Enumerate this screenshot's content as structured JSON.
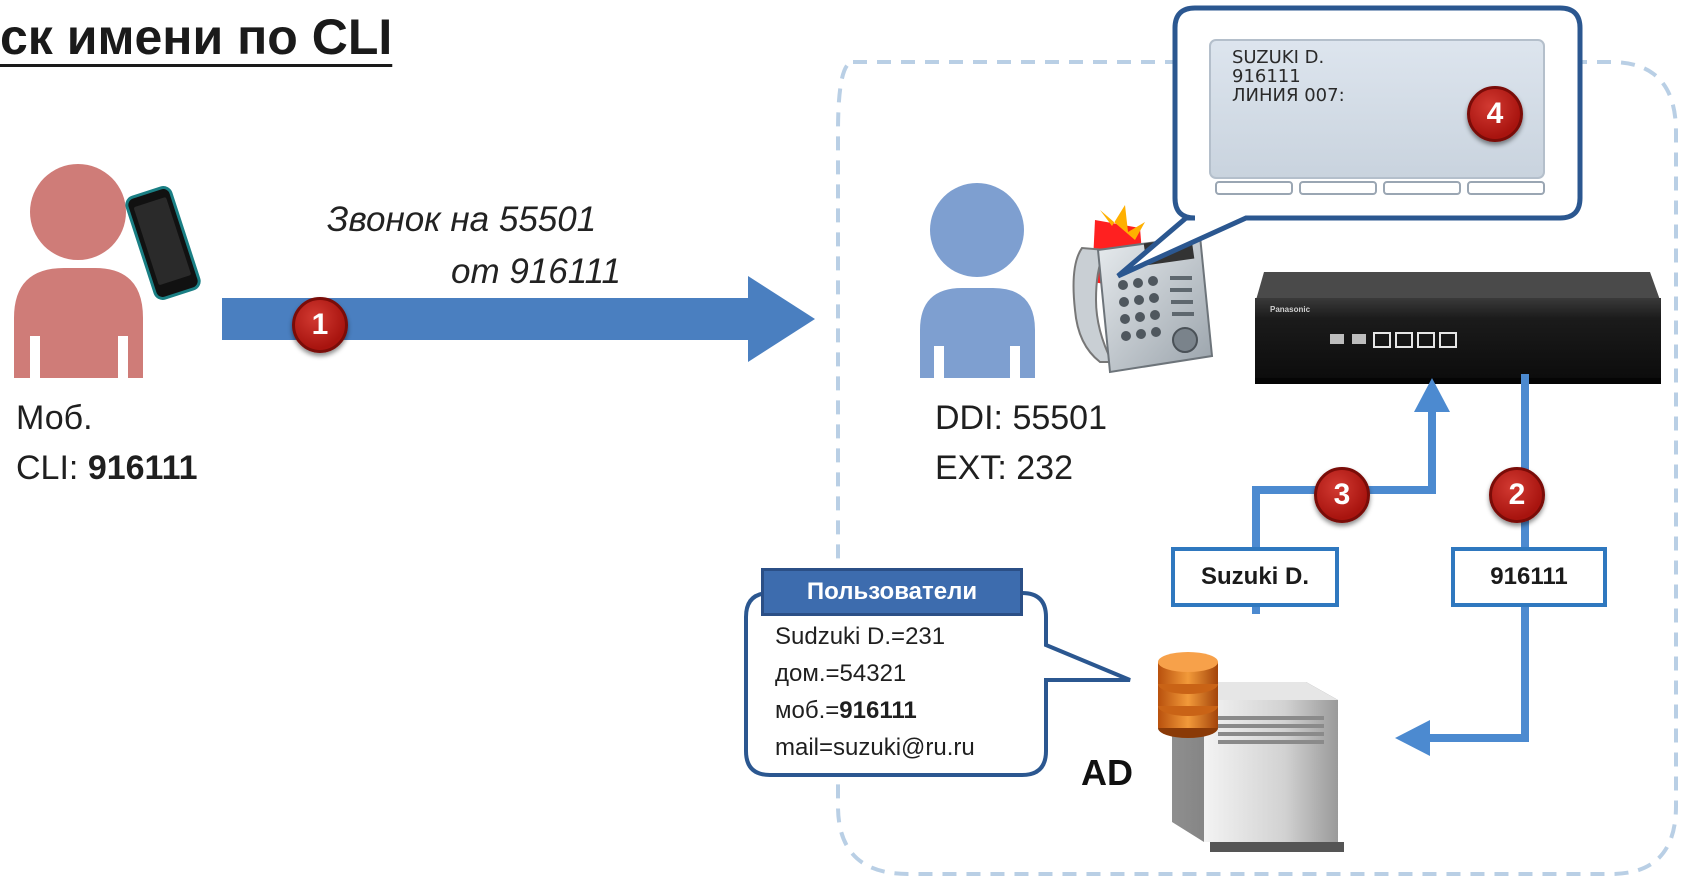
{
  "title": "ск имени по CLI",
  "caller": {
    "label_line1": "Моб.",
    "cli_prefix": "CLI: ",
    "cli_number": "916111"
  },
  "call": {
    "line1": "Звонок на 55501",
    "line2": "от 916111"
  },
  "callee": {
    "ddi": "DDI: 55501",
    "ext": "EXT: 232"
  },
  "phone_display": {
    "line1": "SUZUKI  D.",
    "line2": "916111",
    "line3": "ЛИНИЯ 007:"
  },
  "steps": [
    "1",
    "2",
    "3",
    "4"
  ],
  "boxes": {
    "name_box": "Suzuki D.",
    "number_box": "916111"
  },
  "users_panel": {
    "header": "Пользователи",
    "line1": "Sudzuki D.=231",
    "line2": "дом.=54321",
    "line3_prefix": "моб.=",
    "line3_value": "916111",
    "line4": "mail=suzuki@ru.ru"
  },
  "server": {
    "label": "AD"
  },
  "device_brand": "Panasonic",
  "colors": {
    "arrow_blue": "#4a7fc0",
    "line_blue": "#4c8ad0",
    "badge_red": "#b8201a",
    "person_red": "#cf7c78",
    "person_blue": "#7e9fd0",
    "dashed_border": "#b9cfe5"
  }
}
